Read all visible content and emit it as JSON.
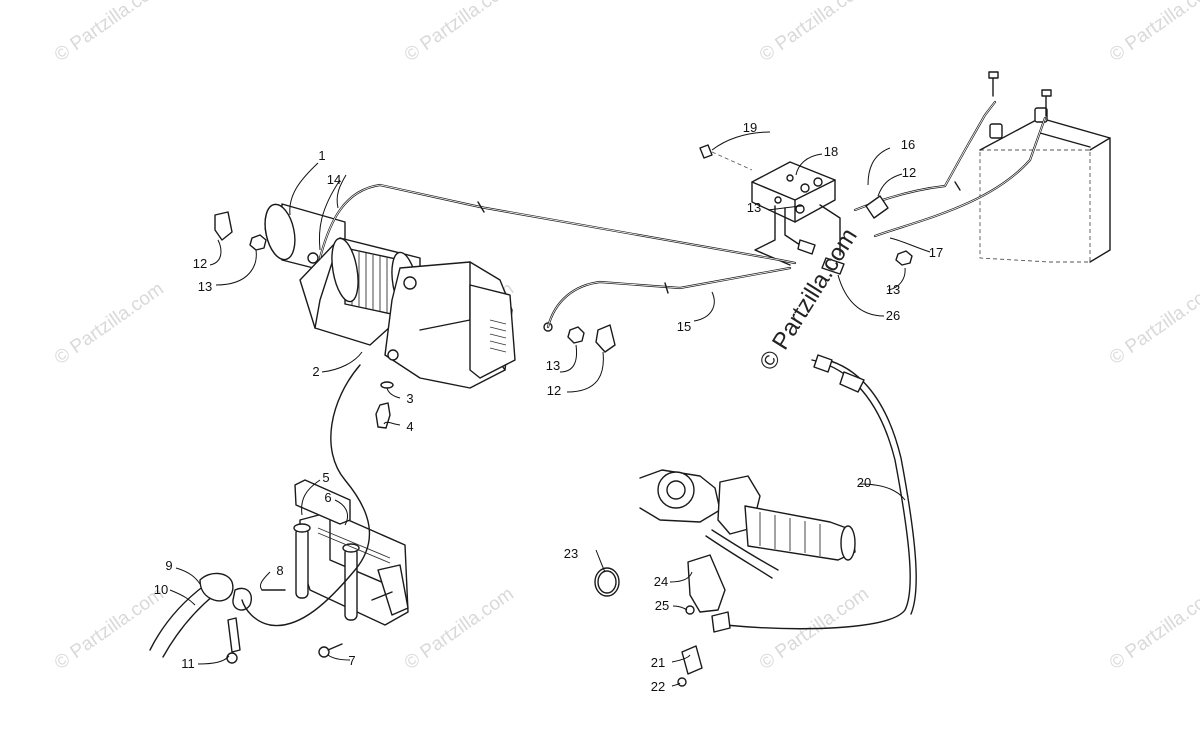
{
  "watermark": {
    "text": "© Partzilla.com",
    "center_text": "© Partzilla.com"
  },
  "callouts": {
    "c1": "1",
    "c2": "2",
    "c3": "3",
    "c4": "4",
    "c5": "5",
    "c6": "6",
    "c7": "7",
    "c8": "8",
    "c9": "9",
    "c10": "10",
    "c11": "11",
    "c12a": "12",
    "c12b": "12",
    "c12c": "12",
    "c13a": "13",
    "c13b": "13",
    "c13c": "13",
    "c13d": "13",
    "c14": "14",
    "c15": "15",
    "c16": "16",
    "c17": "17",
    "c18": "18",
    "c19": "19",
    "c20": "20",
    "c21": "21",
    "c22": "22",
    "c23": "23",
    "c24": "24",
    "c25": "25",
    "c26": "26"
  }
}
